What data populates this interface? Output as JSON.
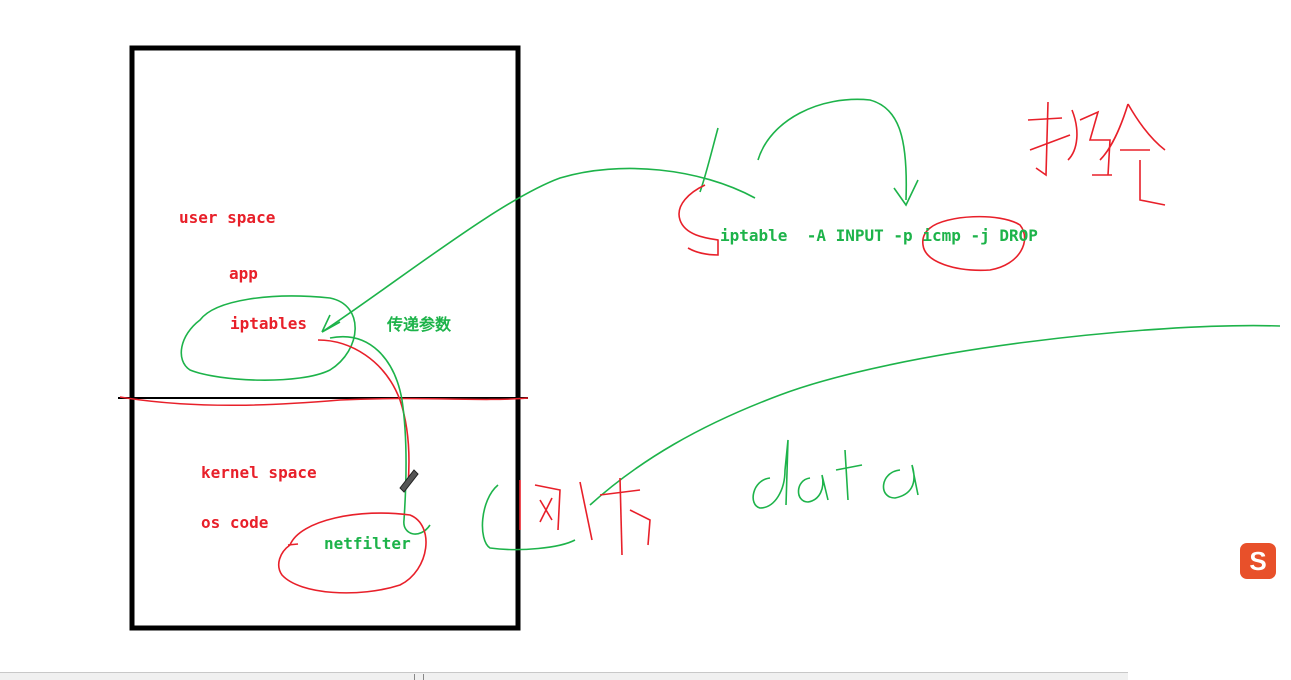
{
  "diagram": {
    "user_space_label": "user space",
    "app_label": "app",
    "iptables_label": "iptables",
    "pass_params_label": "传递参数",
    "kernel_space_label": "kernel space",
    "os_code_label": "os code",
    "netfilter_label": "netfilter",
    "command": {
      "cmd": "iptable",
      "opt_append": "-A",
      "chain": "INPUT",
      "opt_protocol": "-p",
      "protocol": "icmp",
      "opt_jump": "-j",
      "target": "DROP"
    },
    "handwriting": {
      "instruction": "指令",
      "network": "网卡",
      "data": "data"
    }
  },
  "ime": {
    "icon_name": "sogou-ime-icon",
    "icon_glyph": "S"
  },
  "colors": {
    "ink_red": "#e8202a",
    "ink_green": "#1db34a",
    "box_black": "#000000"
  }
}
